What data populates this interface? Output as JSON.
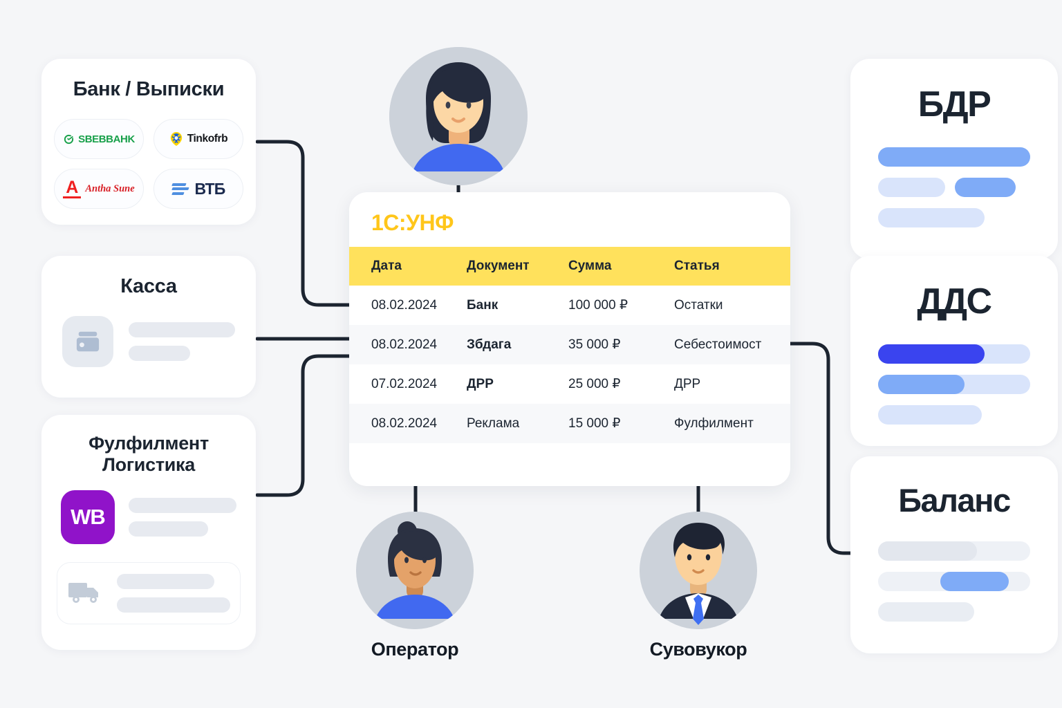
{
  "theme": {
    "background": "#f5f6f8",
    "card_bg": "#ffffff",
    "accent_yellow": "#ffe15c",
    "logo_yellow": "#ffc61a",
    "blue_strong": "#3a44ef",
    "blue_mid": "#7fabf7",
    "blue_light": "#d9e4fb",
    "grey_ph": "#e7eaf0",
    "wb_purple": "#9013c9",
    "line": "#1c2430",
    "text": "#1b2430"
  },
  "sources": {
    "bank": {
      "title": "Банк / Выписки",
      "logos": [
        {
          "name": "sberbank-logo",
          "text": "SBEBBAHK",
          "color": "#18a04a"
        },
        {
          "name": "tinkoff-logo",
          "text": "Tinkofrb",
          "color": "#111418"
        },
        {
          "name": "alfabank-logo",
          "text": "Antha Sune",
          "mark": "A",
          "color": "#d81f26"
        },
        {
          "name": "vtb-logo",
          "text": "ВТБ",
          "color": "#1b2a4e"
        }
      ]
    },
    "kassa": {
      "title": "Касса",
      "icon": "wallet-card-icon",
      "placeholders": [
        {
          "width": "100%"
        },
        {
          "width": "58%"
        }
      ]
    },
    "fulfilment": {
      "title_line1": "Фулфилмент",
      "title_line2": "Логистика",
      "wb_logo_text": "WB",
      "wb_placeholders": [
        {
          "width": "100%"
        },
        {
          "width": "74%"
        }
      ],
      "truck_icon": "truck-icon",
      "truck_placeholders": [
        {
          "width": "86%"
        },
        {
          "width": "100%"
        }
      ]
    }
  },
  "app": {
    "logo": "1C:УНФ",
    "table": {
      "columns": [
        "Дата",
        "Документ",
        "Сумма",
        "Статья"
      ],
      "rows": [
        {
          "date": "08.02.2024",
          "document": "Банк",
          "amount": "100 000 ₽",
          "article": "Остатки"
        },
        {
          "date": "08.02.2024",
          "document": "Збдага",
          "amount": "35 000 ₽",
          "article": "Себестоимост"
        },
        {
          "date": "07.02.2024",
          "document": "ДРР",
          "amount": "25 000 ₽",
          "article": "ДРР"
        },
        {
          "date": "08.02.2024",
          "document": "Реклама",
          "amount": "15 000 ₽",
          "article": "Фулфилмент"
        }
      ]
    }
  },
  "people": {
    "top": {
      "label": "",
      "avatar": "woman-long-hair-avatar"
    },
    "operator": {
      "label": "Оператор",
      "avatar": "woman-bun-avatar"
    },
    "supervisor": {
      "label": "Сувовукор",
      "avatar": "man-suit-avatar"
    }
  },
  "reports": [
    {
      "id": "bdr",
      "title": "БДР",
      "bars": [
        {
          "kind": "solid",
          "color": "#7fabf7",
          "width": "100%"
        },
        {
          "kind": "pair",
          "left_color": "#d9e4fb",
          "left_width": "44%",
          "right_color": "#7fabf7",
          "right_width": "40%"
        },
        {
          "kind": "solid",
          "color": "#d9e4fb",
          "width": "70%"
        }
      ]
    },
    {
      "id": "dds",
      "title": "ДДС",
      "bars": [
        {
          "kind": "track",
          "track_color": "#d9e4fb",
          "fill_color": "#3a44ef",
          "fill_width": "70%",
          "width": "100%"
        },
        {
          "kind": "track",
          "track_color": "#d9e4fb",
          "fill_color": "#7fabf7",
          "fill_width": "57%",
          "width": "100%"
        },
        {
          "kind": "solid",
          "color": "#d9e4fb",
          "width": "68%"
        }
      ]
    },
    {
      "id": "bal",
      "title": "Баланс",
      "bars": [
        {
          "kind": "track",
          "track_color": "#eef1f6",
          "fill_color": "#e3e7ee",
          "fill_width": "65%",
          "width": "100%"
        },
        {
          "kind": "offset",
          "track_color": "#eef1f6",
          "fill_color": "#7fabf7",
          "fill_left": "41%",
          "fill_width": "45%",
          "width": "100%"
        },
        {
          "kind": "solid",
          "color": "#e9edf3",
          "width": "63%"
        }
      ]
    }
  ]
}
